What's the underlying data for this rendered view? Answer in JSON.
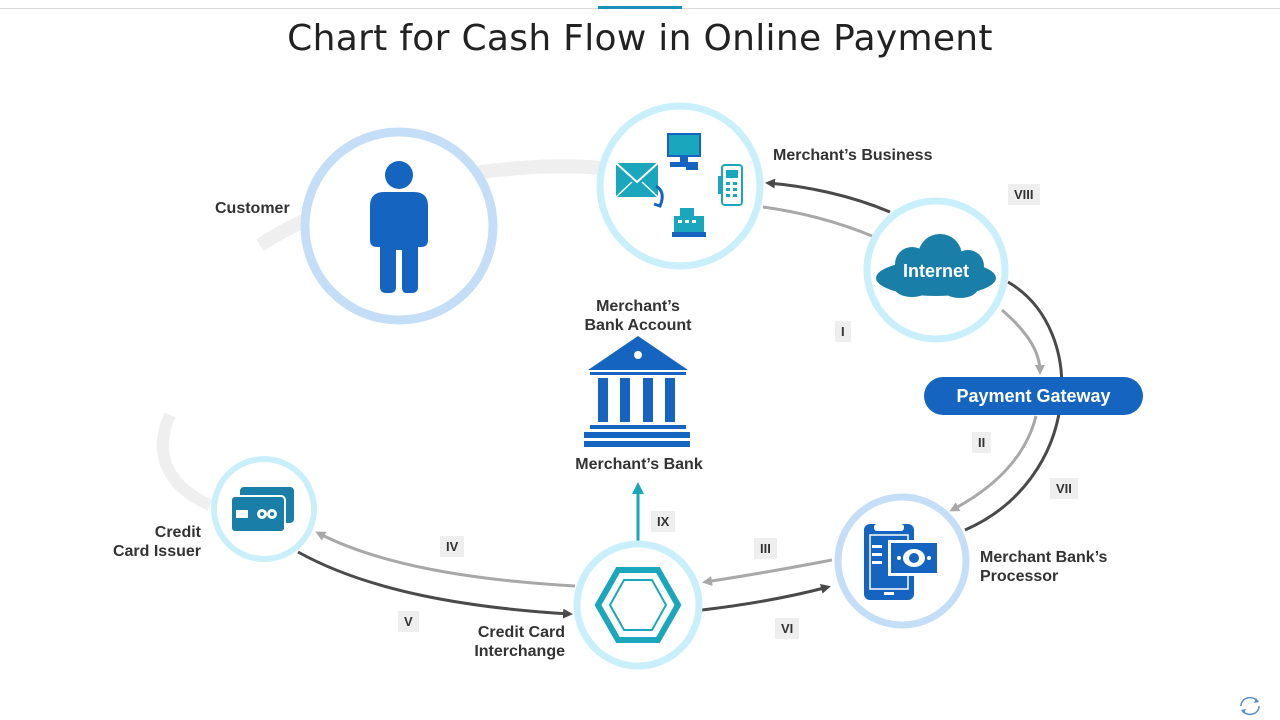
{
  "title": "Chart for Cash Flow in Online Payment",
  "nodes": {
    "customer": "Customer",
    "merchant_business": "Merchant’s Business",
    "internet": "Internet",
    "payment_gateway": "Payment Gateway",
    "merchant_bank_processor": [
      "Merchant Bank’s",
      "Processor"
    ],
    "credit_card_interchange": [
      "Credit Card",
      "Interchange"
    ],
    "credit_card_issuer": [
      "Credit",
      "Card Issuer"
    ],
    "merchant_bank": "Merchant’s Bank",
    "merchant_bank_account": [
      "Merchant’s",
      "Bank Account"
    ]
  },
  "steps": [
    "I",
    "II",
    "III",
    "IV",
    "V",
    "VI",
    "VII",
    "VIII",
    "IX"
  ],
  "colors": {
    "primary_blue": "#1565c0",
    "teal": "#1aa7bd",
    "ring_light": "#c5e6f7",
    "cloud": "#1a7fa8",
    "arrow_dark": "#4a4a4a",
    "arrow_light": "#a8a8a8"
  },
  "icons": [
    "person-icon",
    "email-icon",
    "computer-icon",
    "pos-terminal-icon",
    "cash-register-icon",
    "cloud-icon",
    "bank-icon",
    "mobile-payment-icon",
    "hexagon-cycle-icon",
    "credit-card-icon",
    "refresh-icon"
  ]
}
